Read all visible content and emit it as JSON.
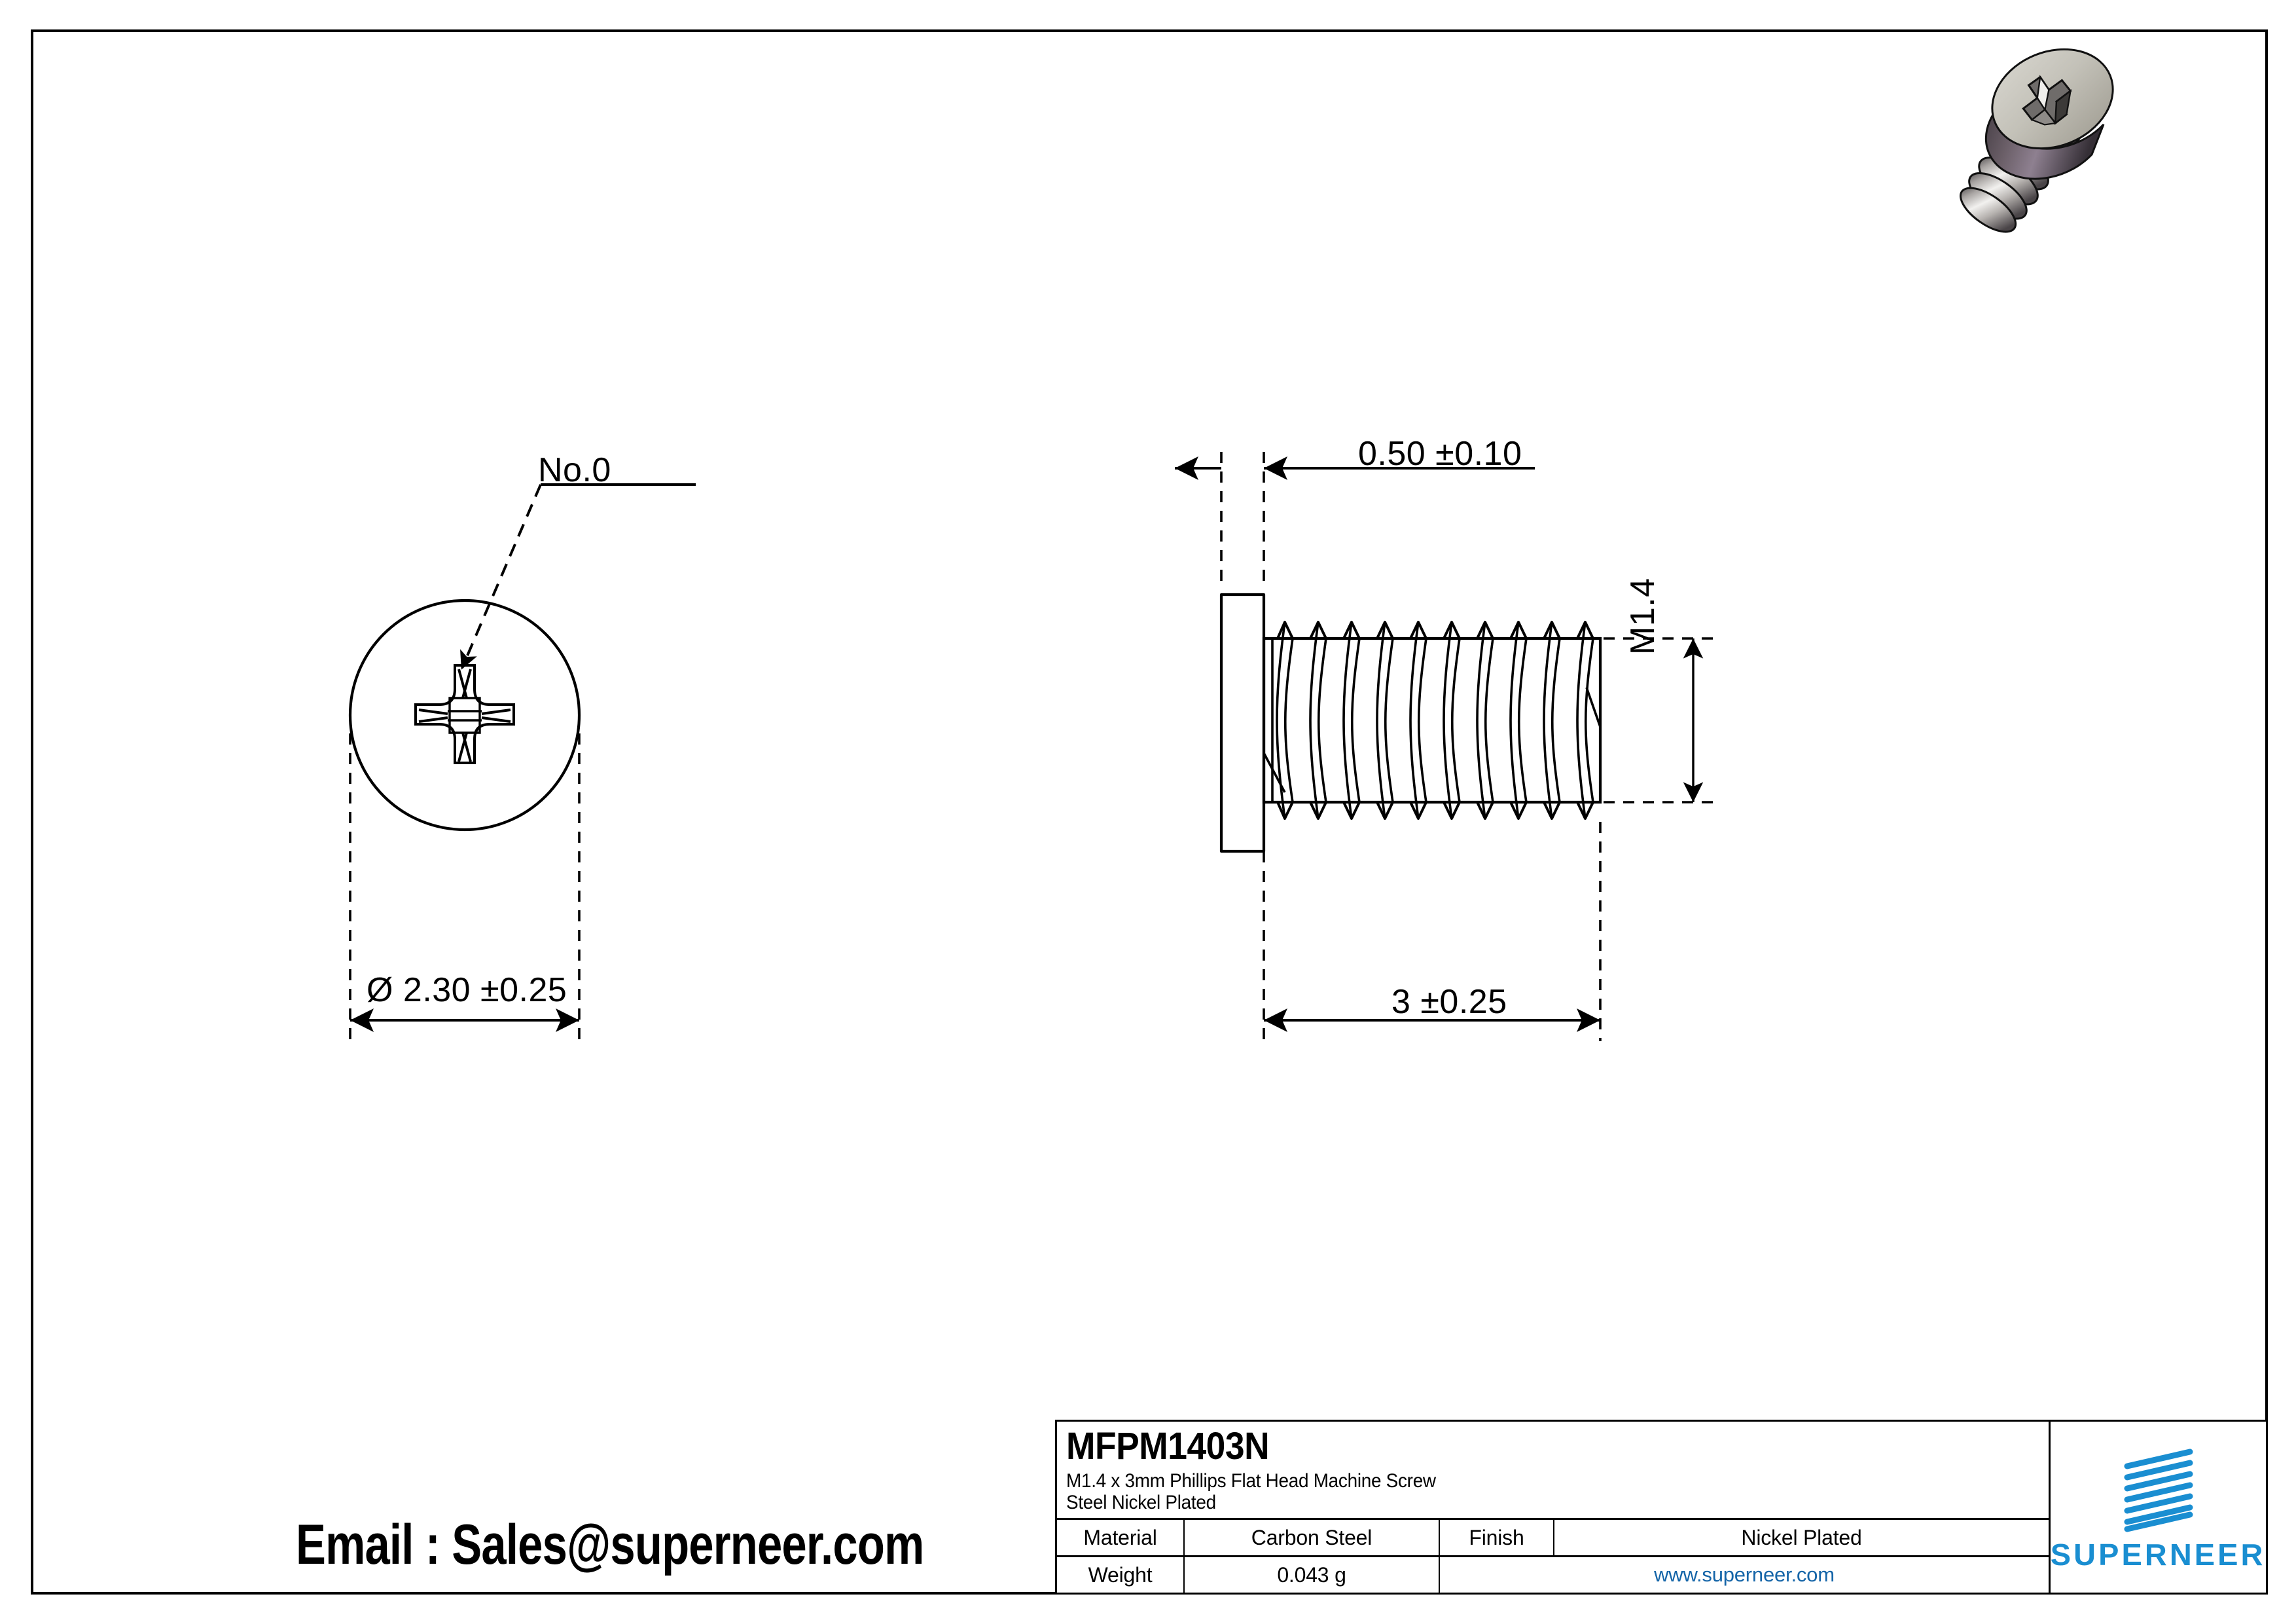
{
  "sheet": {
    "email_line": "Email : Sales@superneer.com"
  },
  "drawing": {
    "front_view": {
      "callout_label": "No.0",
      "diameter_dimension": "Ø 2.30 ±0.25"
    },
    "side_view": {
      "head_thickness_dimension": "0.50 ±0.10",
      "length_dimension": "3 ±0.25",
      "thread_dimension": "M1.4"
    }
  },
  "title_block": {
    "part_number": "MFPM1403N",
    "description_line_1": "M1.4 x 3mm Phillips Flat Head Machine Screw",
    "description_line_2": "Steel Nickel Plated",
    "rows": [
      {
        "label": "Material",
        "value": "Carbon Steel",
        "secondary_label": "Finish",
        "secondary_value": "Nickel Plated"
      },
      {
        "label": "Weight",
        "value": "0.043 g",
        "url": "www.superneer.com"
      }
    ],
    "logo": {
      "wordmark": "SUPERNEER",
      "mark_name": "diagonal-bars-logo"
    }
  },
  "colors": {
    "line": "#000000",
    "logo_blue": "#1a8ed1",
    "url_blue": "#1565a8",
    "render_metal_light": "#cfcdc6",
    "render_metal_dark": "#4a4448"
  }
}
